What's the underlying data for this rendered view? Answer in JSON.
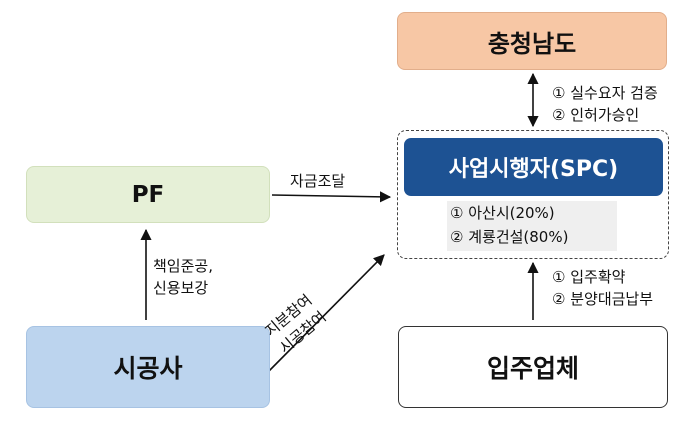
{
  "nodes": {
    "chungnam": "충청남도",
    "pf": "PF",
    "builder": "시공사",
    "tenant": "입주업체",
    "spc": "사업시행자(SPC)"
  },
  "spc_shares": [
    "① 아산시(20%)",
    "② 계룡건설(80%)"
  ],
  "edges": {
    "chungnam_spc": [
      "① 실수요자 검증",
      "② 인허가승인"
    ],
    "tenant_spc": [
      "① 입주확약",
      "② 분양대금납부"
    ],
    "pf_spc": "자금조달",
    "builder_pf": [
      "책임준공,",
      "신용보강"
    ],
    "builder_spc": [
      "지분참여",
      "시공참여"
    ]
  }
}
